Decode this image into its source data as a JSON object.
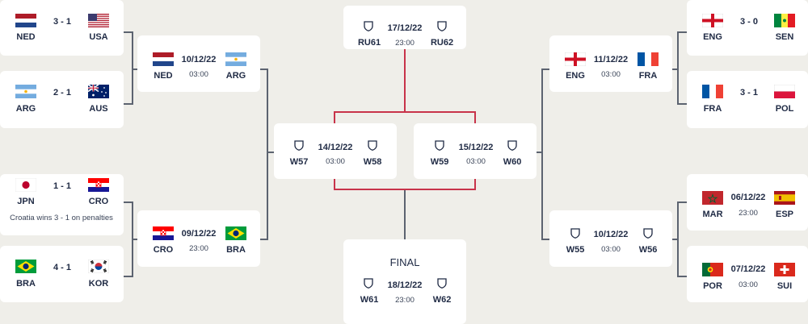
{
  "matches": {
    "ned_usa": {
      "home": "NED",
      "away": "USA",
      "score": "3 - 1"
    },
    "arg_aus": {
      "home": "ARG",
      "away": "AUS",
      "score": "2 - 1"
    },
    "jpn_cro": {
      "home": "JPN",
      "away": "CRO",
      "score": "1 - 1",
      "note": "Croatia wins 3 - 1 on penalties"
    },
    "bra_kor": {
      "home": "BRA",
      "away": "KOR",
      "score": "4 - 1"
    },
    "eng_sen": {
      "home": "ENG",
      "away": "SEN",
      "score": "3 - 0"
    },
    "fra_pol": {
      "home": "FRA",
      "away": "POL",
      "score": "3 - 1"
    },
    "qf_ned_arg": {
      "home": "NED",
      "away": "ARG",
      "date": "10/12/22",
      "time": "03:00"
    },
    "qf_cro_bra": {
      "home": "CRO",
      "away": "BRA",
      "date": "09/12/22",
      "time": "23:00"
    },
    "qf_eng_fra": {
      "home": "ENG",
      "away": "FRA",
      "date": "11/12/22",
      "time": "03:00"
    },
    "qf_w55_w56": {
      "home": "W55",
      "away": "W56",
      "date": "10/12/22",
      "time": "03:00"
    },
    "r16_mar_esp": {
      "home": "MAR",
      "away": "ESP",
      "date": "06/12/22",
      "time": "23:00"
    },
    "r16_por_sui": {
      "home": "POR",
      "away": "SUI",
      "date": "07/12/22",
      "time": "03:00"
    },
    "sf_w57_w58": {
      "home": "W57",
      "away": "W58",
      "date": "14/12/22",
      "time": "03:00"
    },
    "sf_w59_w60": {
      "home": "W59",
      "away": "W60",
      "date": "15/12/22",
      "time": "03:00"
    },
    "third": {
      "home": "RU61",
      "away": "RU62",
      "date": "17/12/22",
      "time": "23:00"
    },
    "final": {
      "label": "FINAL",
      "home": "W61",
      "away": "W62",
      "date": "18/12/22",
      "time": "23:00"
    }
  },
  "colors": {
    "background": "#efeee9",
    "card": "#ffffff",
    "connector_red": "#c8334a",
    "connector_gray": "#5c6370",
    "text": "#1f2a44"
  },
  "icons": [
    "flag-ned",
    "flag-usa",
    "flag-arg",
    "flag-aus",
    "flag-jpn",
    "flag-cro",
    "flag-bra",
    "flag-kor",
    "flag-eng",
    "flag-sen",
    "flag-fra",
    "flag-pol",
    "flag-mar",
    "flag-esp",
    "flag-por",
    "flag-sui",
    "shield-icon"
  ]
}
